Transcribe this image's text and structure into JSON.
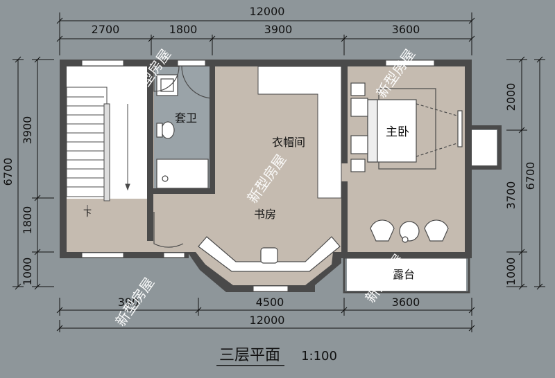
{
  "plan": {
    "title": "三层平面",
    "scale": "1:100",
    "watermark": "新型房屋",
    "colors": {
      "background": "#8e969a",
      "wall": "#4a4a4a",
      "room_fill": "#c5bbb0",
      "stair_fill": "#ffffff",
      "bath_fill": "#9aa3a8",
      "dim_line": "#111111",
      "watermark": "#ffffff"
    },
    "rooms": {
      "bathroom": "套卫",
      "closet": "衣帽间",
      "study": "书房",
      "master_bedroom": "主卧",
      "terrace": "露台",
      "stair_down": "下"
    },
    "dimensions": {
      "top_total": "12000",
      "top_segments": [
        "2700",
        "1800",
        "3900",
        "3600"
      ],
      "bottom_total": "12000",
      "bottom_segments": [
        "390",
        "4500",
        "3600"
      ],
      "left_total": "6700",
      "left_segments": [
        "3900",
        "1800",
        "1000"
      ],
      "right_total": "6700",
      "right_segments": [
        "2000",
        "3700",
        "1000"
      ]
    }
  }
}
